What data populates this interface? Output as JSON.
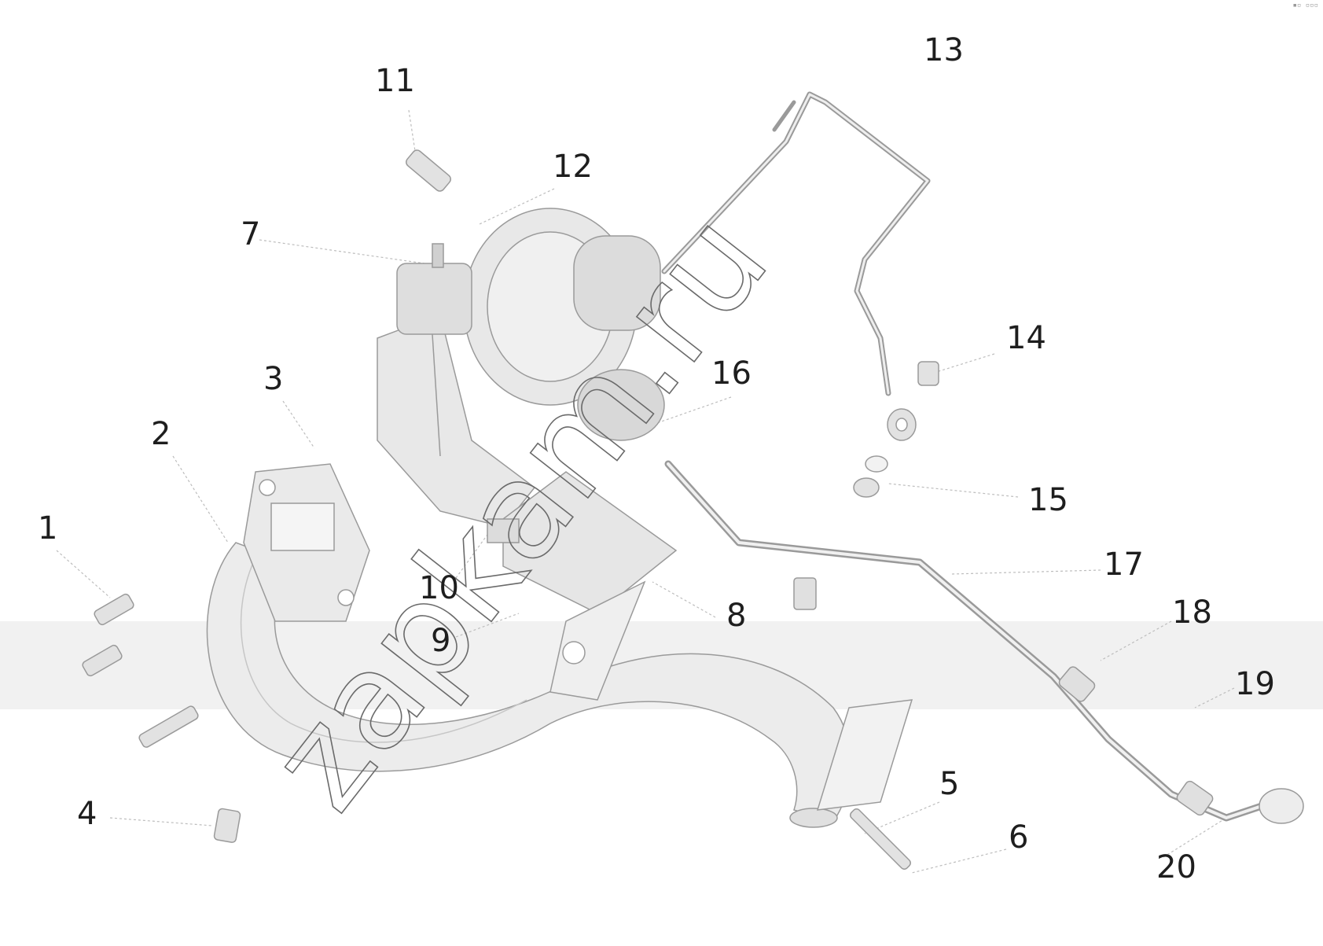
{
  "diagram": {
    "callouts": [
      {
        "id": "1",
        "text": "1"
      },
      {
        "id": "2",
        "text": "2"
      },
      {
        "id": "3",
        "text": "3"
      },
      {
        "id": "4",
        "text": "4"
      },
      {
        "id": "5",
        "text": "5"
      },
      {
        "id": "6",
        "text": "6"
      },
      {
        "id": "7",
        "text": "7"
      },
      {
        "id": "8",
        "text": "8"
      },
      {
        "id": "9",
        "text": "9"
      },
      {
        "id": "10",
        "text": "10"
      },
      {
        "id": "11",
        "text": "11"
      },
      {
        "id": "12",
        "text": "12"
      },
      {
        "id": "13",
        "text": "13"
      },
      {
        "id": "14",
        "text": "14"
      },
      {
        "id": "15",
        "text": "15"
      },
      {
        "id": "16",
        "text": "16"
      },
      {
        "id": "17",
        "text": "17"
      },
      {
        "id": "18",
        "text": "18"
      },
      {
        "id": "19",
        "text": "19"
      },
      {
        "id": "20",
        "text": "20"
      }
    ],
    "watermark": "zapkam.ru"
  },
  "colors": {
    "label": "#1e1e1e",
    "part_fill": "#e9e9e9",
    "part_stroke": "#9a9a9a",
    "band": "#efefef",
    "watermark_stroke": "#6a6a6a"
  }
}
